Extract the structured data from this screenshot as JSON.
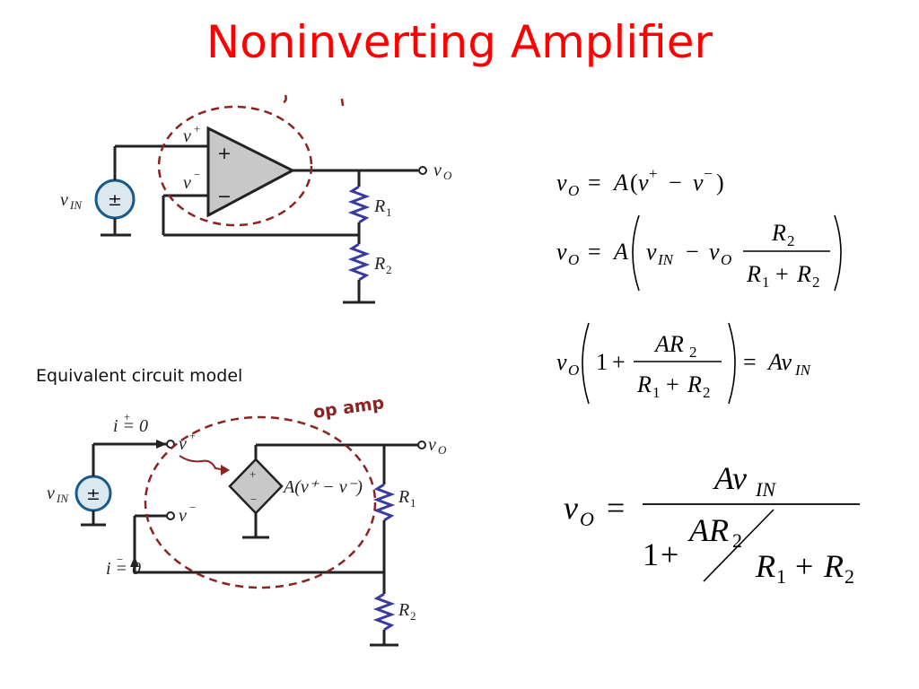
{
  "title": "Noninverting Amplifier",
  "circuit1": {
    "v_plus": "v",
    "v_plus_sup": "+",
    "v_minus": "v",
    "v_minus_sup": "−",
    "plus_sign": "+",
    "minus_sign": "−",
    "vin": "v",
    "vin_sub": "IN",
    "vo": "v",
    "vo_sub": "O",
    "r1": "R",
    "r1_sub": "1",
    "r2": "R",
    "r2_sub": "2"
  },
  "circuit2": {
    "heading": "Equivalent circuit model",
    "opamp_label": "op amp",
    "i_top": "i = 0",
    "i_top_sign": "+",
    "i_bottom": "i = 0",
    "i_bottom_sign": "−",
    "v_plus": "v",
    "v_plus_sup": "+",
    "v_minus": "v",
    "v_minus_sup": "−",
    "vin": "v",
    "vin_sub": "IN",
    "vo": "v",
    "vo_sub": "O",
    "source_expr": "A(v⁺ − v⁻)",
    "r1": "R",
    "r1_sub": "1",
    "r2": "R",
    "r2_sub": "2"
  },
  "equations": {
    "eq1": "v_O = A(v⁺ − v⁻)",
    "eq2": "v_O = A( v_IN − v_O · R2 / (R1 + R2) )",
    "eq3": "v_O( 1 + A R2 / (R1 + R2) ) = A v_IN",
    "eq4": "v_O = A v_IN / (1 + A R2 / (R1 + R2))"
  },
  "colors": {
    "title": "#ff0000",
    "dashed_ellipse": "#8b2323",
    "opamp_fill": "#c8c8c8",
    "resistor": "#3a3aa0",
    "source_fill": "#dce8f0",
    "source_stroke": "#1a5a8a"
  }
}
